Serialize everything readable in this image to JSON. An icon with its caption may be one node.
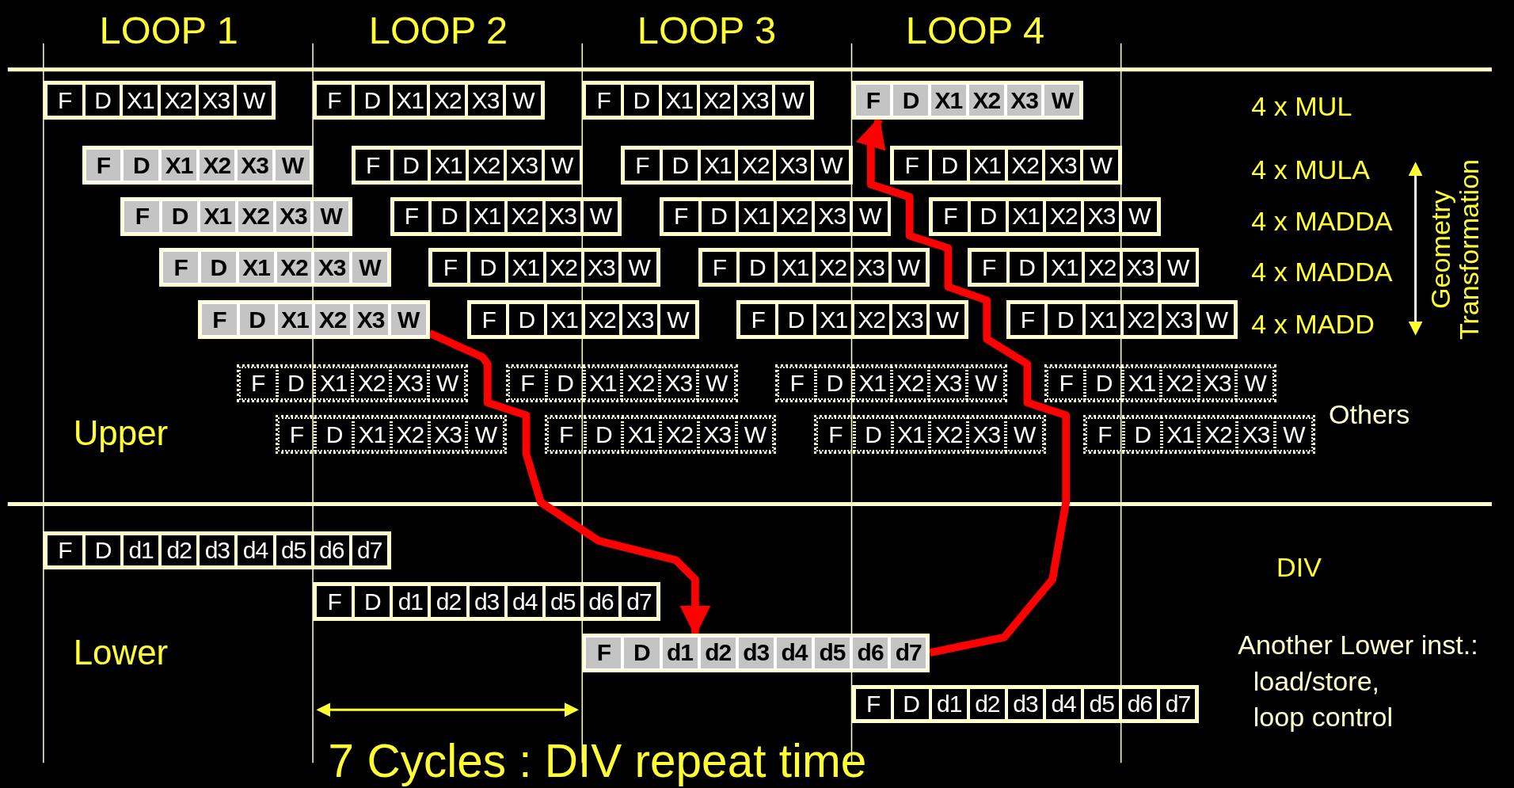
{
  "diagram": {
    "nodes": [
      {
        "text": [
          "F",
          "D",
          "X1",
          "X2",
          "X3",
          "W"
        ]
      },
      {
        "text": [
          "F",
          "D",
          "X1",
          "X2",
          "X3",
          "W"
        ]
      },
      {
        "text": [
          "F",
          "D",
          "X1",
          "X2",
          "X3",
          "W"
        ]
      },
      {
        "text": [
          "F",
          "D",
          "X1",
          "X2",
          "X3",
          "W"
        ]
      },
      {
        "text": [
          "F",
          "D",
          "X1",
          "X2",
          "X3",
          "W"
        ]
      },
      {
        "text": [
          "F",
          "D",
          "X1",
          "X2",
          "X3",
          "W"
        ]
      },
      {
        "text": [
          "F",
          "D",
          "X1",
          "X2",
          "X3",
          "W"
        ]
      },
      {
        "text": [
          "F",
          "D",
          "X1",
          "X2",
          "X3",
          "W"
        ]
      },
      {
        "text": [
          "F",
          "D",
          "X1",
          "X2",
          "X3",
          "W"
        ]
      },
      {
        "text": [
          "F",
          "D",
          "X1",
          "X2",
          "X3",
          "W"
        ]
      },
      {
        "text": [
          "F",
          "D",
          "X1",
          "X2",
          "X3",
          "W"
        ]
      },
      {
        "text": [
          "F",
          "D",
          "X1",
          "X2",
          "X3",
          "W"
        ]
      },
      {
        "text": [
          "F",
          "D",
          "X1",
          "X2",
          "X3",
          "W"
        ]
      },
      {
        "text": [
          "F",
          "D",
          "X1",
          "X2",
          "X3",
          "W"
        ]
      },
      {
        "text": [
          "F",
          "D",
          "X1",
          "X2",
          "X3",
          "W"
        ]
      },
      {
        "text": [
          "F",
          "D",
          "X1",
          "X2",
          "X3",
          "W"
        ]
      },
      {
        "text": [
          "F",
          "D",
          "X1",
          "X2",
          "X3",
          "W"
        ]
      },
      {
        "text": [
          "F",
          "D",
          "X1",
          "X2",
          "X3",
          "W"
        ]
      },
      {
        "text": [
          "F",
          "D",
          "X1",
          "X2",
          "X3",
          "W"
        ]
      },
      {
        "text": [
          "F",
          "D",
          "X1",
          "X2",
          "X3",
          "W"
        ]
      },
      {
        "text": [
          "F",
          "D",
          "X1",
          "X2",
          "X3",
          "W"
        ]
      },
      {
        "text": [
          "F",
          "D",
          "X1",
          "X2",
          "X3",
          "W"
        ]
      },
      {
        "text": [
          "F",
          "D",
          "X1",
          "X2",
          "X3",
          "W"
        ]
      },
      {
        "text": [
          "F",
          "D",
          "X1",
          "X2",
          "X3",
          "W"
        ]
      },
      {
        "text": [
          "F",
          "D",
          "X1",
          "X2",
          "X3",
          "W"
        ]
      },
      {
        "text": [
          "F",
          "D",
          "X1",
          "X2",
          "X3",
          "W"
        ]
      },
      {
        "text": [
          "F",
          "D",
          "X1",
          "X2",
          "X3",
          "W"
        ]
      },
      {
        "text": [
          "F",
          "D",
          "X1",
          "X2",
          "X3",
          "W"
        ]
      },
      {
        "text": [
          "F",
          "D",
          "d1",
          "d2",
          "d3",
          "d4",
          "d5",
          "d6",
          "d7"
        ]
      },
      {
        "text": [
          "F",
          "D",
          "d1",
          "d2",
          "d3",
          "d4",
          "d5",
          "d6",
          "d7"
        ]
      },
      {
        "text": [
          "F",
          "D",
          "d1",
          "d2",
          "d3",
          "d4",
          "d5",
          "d6",
          "d7"
        ]
      },
      {
        "text": [
          "F",
          "D",
          "d1",
          "d2",
          "d3",
          "d4",
          "d5",
          "d6",
          "d7"
        ]
      }
    ],
    "edges": [
      {
        "from": 16,
        "to": 30,
        "arrow": "to"
      },
      {
        "from": 30,
        "to": 3,
        "arrow": "to"
      }
    ],
    "labels": [
      "LOOP 1",
      "LOOP 2",
      "LOOP 3",
      "LOOP 4",
      "4 x MUL",
      "4 x MULA",
      "4 x MADDA",
      "4 x MADDA",
      "4 x MADD",
      "Geometry Transformation",
      "Others",
      "Upper",
      "DIV",
      "Lower",
      "Another Lower inst.:",
      "load/store,",
      "loop control",
      "7 Cycles : DIV repeat time"
    ]
  }
}
